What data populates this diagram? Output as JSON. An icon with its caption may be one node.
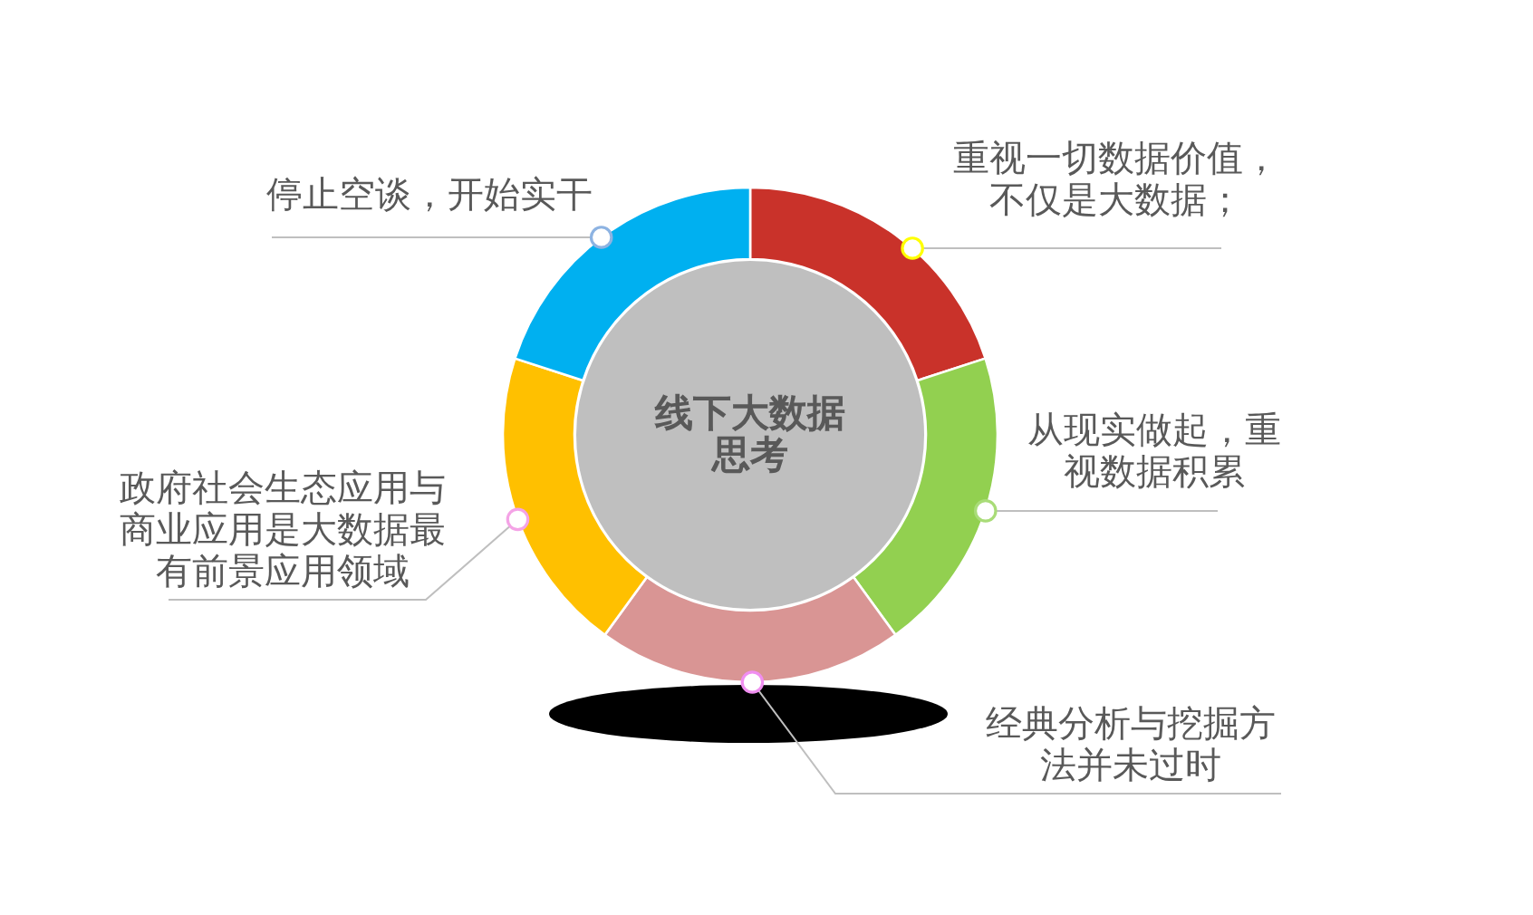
{
  "diagram": {
    "nodes": [
      {
        "text": [
          "线下大数据思考"
        ]
      },
      {
        "text": [],
        "shape": "segment"
      },
      {
        "text": [],
        "shape": "segment"
      },
      {
        "text": [],
        "shape": "segment"
      },
      {
        "text": [],
        "shape": "segment"
      },
      {
        "text": [],
        "shape": "segment"
      },
      {
        "text": [
          "重视一切数据价值，不仅是大数据；"
        ]
      },
      {
        "text": [
          "从现实做起，重视数据积累"
        ]
      },
      {
        "text": [
          "经典分析与挖掘方法并未过时"
        ]
      },
      {
        "text": [
          "政府社会生态应用与商业应用是大数据最有前景应用领域"
        ]
      },
      {
        "text": [
          "停止空谈，开始实干"
        ]
      }
    ],
    "edges": [
      {
        "from": 6,
        "to": 1,
        "arrow": "other"
      },
      {
        "from": 7,
        "to": 2,
        "arrow": "other"
      },
      {
        "from": 8,
        "to": 3,
        "arrow": "other"
      },
      {
        "from": 9,
        "to": 4,
        "arrow": "other"
      },
      {
        "from": 10,
        "to": 5,
        "arrow": "other"
      }
    ]
  }
}
